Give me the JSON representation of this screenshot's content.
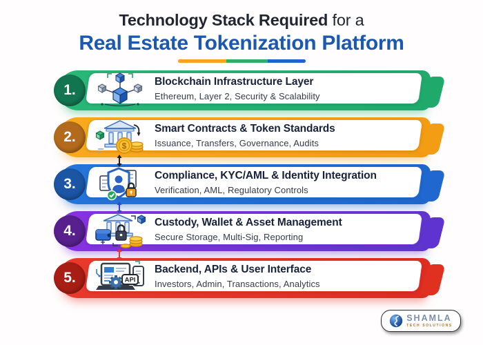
{
  "header": {
    "title_line1_bold": "Technology Stack Required",
    "title_line1_rest": " for a",
    "title_line2": "Real Estate Tokenization Platform",
    "underline_colors": [
      "#f6a41f",
      "#2fae68",
      "#1e63cf"
    ]
  },
  "rows": [
    {
      "number": "1.",
      "title": "Blockchain Infrastructure Layer",
      "subtitle": "Ethereum, Layer 2, Security & Scalability",
      "color": "#29b877",
      "dark_color": "#137450",
      "icon": "blockchain-cubes-icon"
    },
    {
      "number": "2.",
      "title": "Smart Contracts & Token Standards",
      "subtitle": "Issuance, Transfers, Governance, Audits",
      "color": "#f7a01d",
      "dark_color": "#b26a1c",
      "icon": "bank-coins-icon"
    },
    {
      "number": "3.",
      "title": "Compliance, KYC/AML & Identity Integration",
      "subtitle": "Verification, AML, Regulatory Controls",
      "color": "#2270d4",
      "dark_color": "#1b55a4",
      "icon": "shield-identity-icon"
    },
    {
      "number": "4.",
      "title": "Custody, Wallet & Asset Management",
      "subtitle": "Secure Storage, Multi-Sig, Reporting",
      "color": "#7b3be0",
      "dark_color": "#57208c",
      "icon": "custody-wallet-icon"
    },
    {
      "number": "5.",
      "title": "Backend, APIs & User Interface",
      "subtitle": "Investors, Admin, Transactions, Analytics",
      "color": "#e6392d",
      "dark_color": "#a81e15",
      "icon": "laptop-api-icon"
    }
  ],
  "connectors": [
    {
      "between": "rows 2-3",
      "color": "#1c2128"
    },
    {
      "between": "rows 3-4",
      "color": "#3346d3"
    },
    {
      "between": "rows 4-5",
      "color": "#e0392f"
    }
  ],
  "logo": {
    "name": "SHAMLA",
    "tagline": "TECH SOLUTIONS"
  }
}
